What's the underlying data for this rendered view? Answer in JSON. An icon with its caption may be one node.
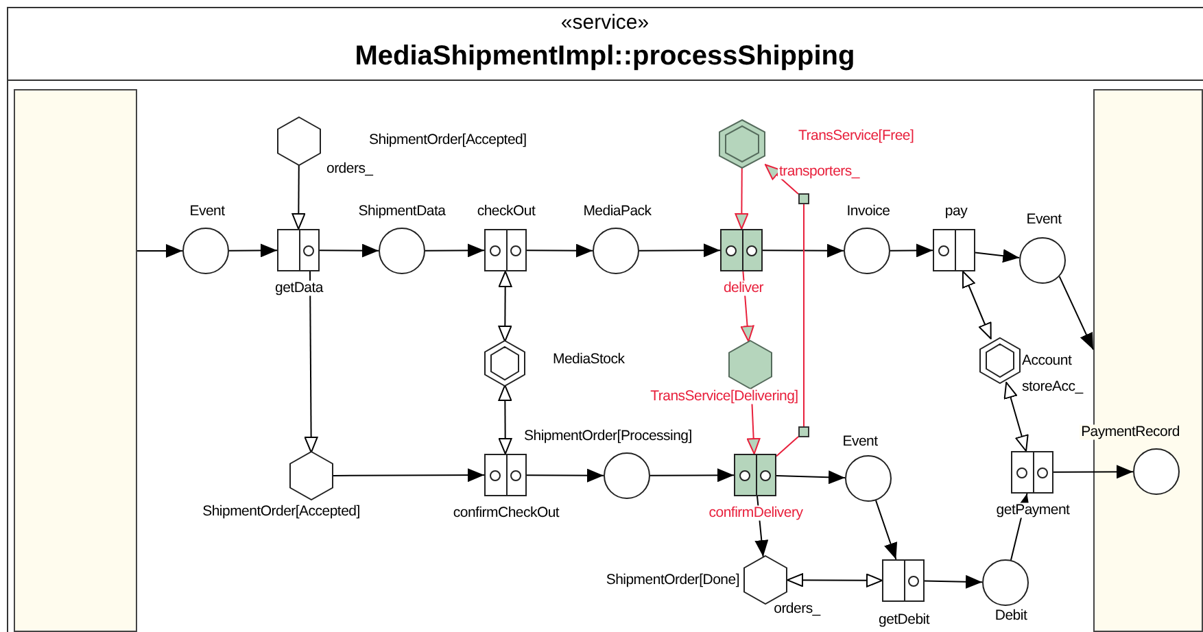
{
  "diagram": {
    "title": "MediaShipmentImpl::processShipping",
    "nodes": [
      {
        "text": [],
        "shape": "box"
      },
      {
        "text": [],
        "shape": "box"
      },
      {
        "text": [
          "Event"
        ]
      },
      {
        "text": [
          "ShipmentOrder[Accepted]",
          "orders_"
        ]
      },
      {
        "text": [
          "getData"
        ]
      },
      {
        "text": [
          "ShipmentData"
        ]
      },
      {
        "text": [
          "checkOut"
        ]
      },
      {
        "text": [
          "MediaPack"
        ]
      },
      {
        "text": [
          "TransService[Free]",
          "transporters_"
        ]
      },
      {
        "text": [],
        "shape": "box"
      },
      {
        "text": [
          "deliver"
        ]
      },
      {
        "text": [
          "Invoice"
        ]
      },
      {
        "text": [
          "pay"
        ]
      },
      {
        "text": [
          "Event"
        ]
      },
      {
        "text": [
          "MediaStock"
        ]
      },
      {
        "text": [
          "TransService[Delivering]"
        ]
      },
      {
        "text": [
          "Account",
          "storeAcc_"
        ]
      },
      {
        "text": [
          "ShipmentOrder[Accepted]"
        ]
      },
      {
        "text": [
          "confirmCheckOut"
        ]
      },
      {
        "text": [
          "ShipmentOrder[Processing]"
        ]
      },
      {
        "text": [],
        "shape": "box"
      },
      {
        "text": [
          "confirmDelivery"
        ]
      },
      {
        "text": [
          "Event"
        ]
      },
      {
        "text": [
          "getPayment"
        ]
      },
      {
        "text": [
          "PaymentRecord"
        ],
        "in": 1
      },
      {
        "text": [
          "ShipmentOrder[Done]",
          "orders_"
        ]
      },
      {
        "text": [
          "getDebit"
        ]
      },
      {
        "text": [
          "Debit"
        ]
      }
    ],
    "edges": [
      {
        "from": 0,
        "to": 2,
        "arrow": "to"
      },
      {
        "from": 2,
        "to": 4,
        "arrow": "to"
      },
      {
        "from": 3,
        "to": 4,
        "arrow": "to"
      },
      {
        "from": 4,
        "to": 5,
        "arrow": "to"
      },
      {
        "from": 5,
        "to": 6,
        "arrow": "to"
      },
      {
        "from": 6,
        "to": 7,
        "arrow": "to"
      },
      {
        "from": 7,
        "to": 10,
        "arrow": "to"
      },
      {
        "from": 8,
        "to": 10,
        "arrow": "to",
        "color": "#e8203c"
      },
      {
        "from": 9,
        "to": 8,
        "arrow": "to",
        "color": "#e8203c"
      },
      {
        "from": 10,
        "to": 11,
        "arrow": "to"
      },
      {
        "from": 11,
        "to": 12,
        "arrow": "to"
      },
      {
        "from": 12,
        "to": 13,
        "arrow": "to"
      },
      {
        "from": 13,
        "to": 1,
        "arrow": "to"
      },
      {
        "from": 10,
        "to": 15,
        "arrow": "to",
        "color": "#e8203c"
      },
      {
        "from": 14,
        "to": 6,
        "arrow": "both"
      },
      {
        "from": 14,
        "to": 18,
        "arrow": "both"
      },
      {
        "from": 16,
        "to": 12,
        "arrow": "both"
      },
      {
        "from": 16,
        "to": 23,
        "arrow": "both"
      },
      {
        "from": 4,
        "to": 17,
        "arrow": "to"
      },
      {
        "from": 17,
        "to": 18,
        "arrow": "to"
      },
      {
        "from": 18,
        "to": 19,
        "arrow": "to"
      },
      {
        "from": 19,
        "to": 21,
        "arrow": "to"
      },
      {
        "from": 15,
        "to": 21,
        "arrow": "to",
        "color": "#e8203c"
      },
      {
        "from": 21,
        "to": 20,
        "arrow": "none",
        "color": "#e8203c"
      },
      {
        "from": 20,
        "to": 9,
        "arrow": "none",
        "color": "#e8203c"
      },
      {
        "from": 21,
        "to": 22,
        "arrow": "to"
      },
      {
        "from": 21,
        "to": 25,
        "arrow": "to"
      },
      {
        "from": 22,
        "to": 26,
        "arrow": "to"
      },
      {
        "from": 26,
        "to": 25,
        "arrow": "both"
      },
      {
        "from": 26,
        "to": 27,
        "arrow": "to"
      },
      {
        "from": 27,
        "to": 23,
        "arrow": "to"
      },
      {
        "from": 23,
        "to": 24,
        "arrow": "to"
      }
    ],
    "labels": [
      "«service»"
    ]
  }
}
